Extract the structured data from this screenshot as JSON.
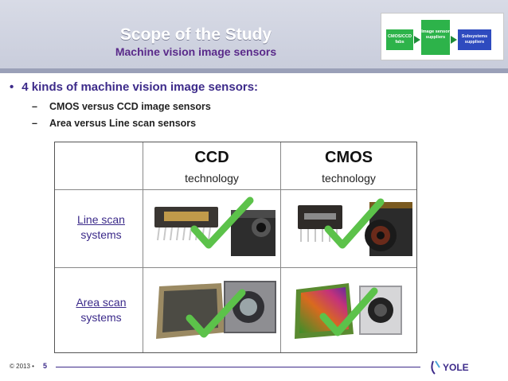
{
  "slide": {
    "title": "Scope of the Study",
    "subtitle": "Machine vision image sensors"
  },
  "flow": {
    "box1": "CMOS/CCD fabs",
    "box2": "Image sensor suppliers",
    "box3": "Subsystems suppliers"
  },
  "bullets": {
    "main": "4 kinds of machine vision image sensors:",
    "sub1": "CMOS versus CCD image sensors",
    "sub2": "Area versus Line scan sensors"
  },
  "table": {
    "col1_title": "CCD",
    "col1_sub": "technology",
    "col2_title": "CMOS",
    "col2_sub": "technology",
    "row1_l1": "Line scan",
    "row1_l2": "systems",
    "row2_l1": "Area scan",
    "row2_l2": "systems"
  },
  "footer": {
    "copyright": "© 2013 •",
    "page": "5",
    "logo": "YOLE"
  },
  "colors": {
    "accent": "#3d2b8a",
    "check": "#5cc24a"
  }
}
